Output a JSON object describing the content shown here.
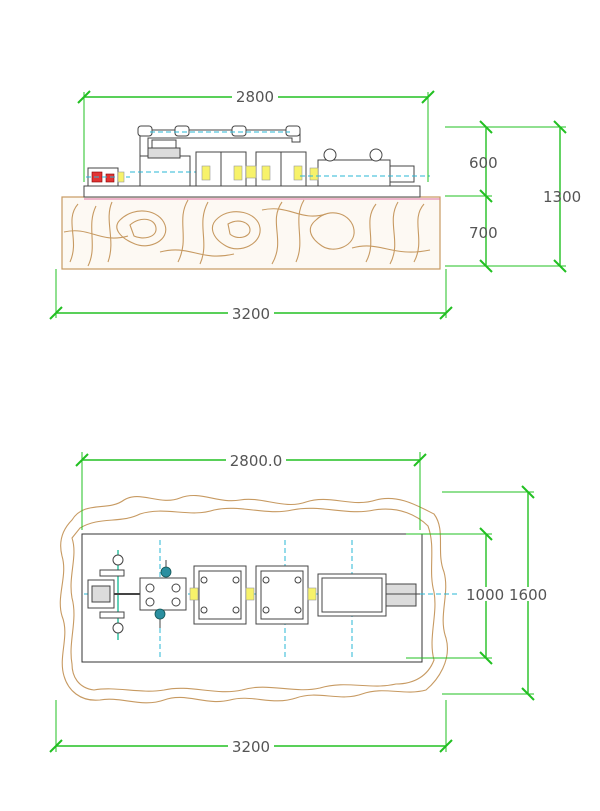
{
  "side_view": {
    "dims": {
      "top_width": "2800",
      "bottom_width": "3200",
      "equipment_height": "600",
      "foundation_height": "700",
      "total_height": "1300"
    }
  },
  "plan_view": {
    "dims": {
      "top_width": "2800.0",
      "bottom_width": "3200",
      "inner_width": "1000",
      "outer_width": "1600"
    }
  },
  "colors": {
    "dimension": "#22c022",
    "wood": "#c79a62",
    "text": "#555555"
  }
}
